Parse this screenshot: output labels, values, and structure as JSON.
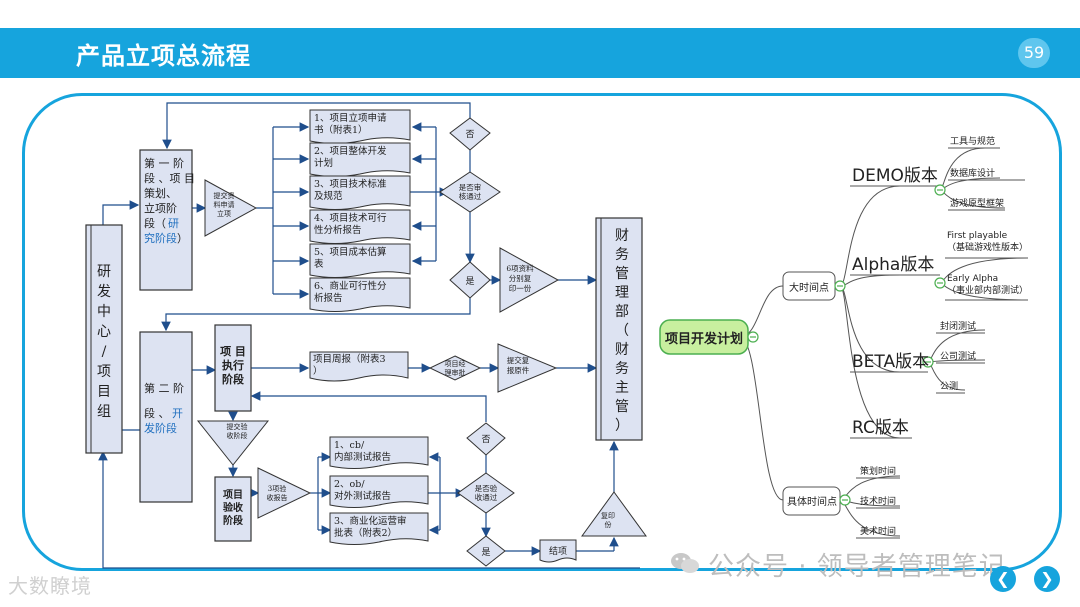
{
  "header": {
    "title": "产品立项总流程",
    "page_number": "59"
  },
  "flow": {
    "left_actor": [
      "研",
      "发",
      "中",
      "心",
      "/",
      "项",
      "目",
      "组"
    ],
    "stage1": [
      "第 一 阶",
      "段 、项 目",
      "策划、",
      "立项阶",
      "段（",
      "研",
      "究阶段",
      "）"
    ],
    "submit_materials": [
      "提交资",
      "料申请",
      "立项"
    ],
    "items": [
      [
        "1、项目立项申请",
        "书（附表1）"
      ],
      [
        "2、项目整体开发",
        "计划"
      ],
      [
        "3、项目技术标准",
        "及规范"
      ],
      [
        "4、项目技术可行",
        "性分析报告"
      ],
      [
        "5、项目成本估算",
        "表"
      ],
      [
        "6、商业可行性分",
        "析报告"
      ]
    ],
    "no_top": "否",
    "review_pass": [
      "是否审",
      "核通过"
    ],
    "yes1": "是",
    "six_copies": [
      "6项资料",
      "分别复",
      "印一份"
    ],
    "finance": [
      "财",
      "务",
      "管",
      "理",
      "部",
      "（",
      "财",
      "务",
      "主",
      "管",
      "）"
    ],
    "stage2": [
      "第 二 阶",
      "段 、",
      "开",
      "发阶段"
    ],
    "exec_stage": [
      "项 目",
      "执行",
      "阶段"
    ],
    "weekly_report": [
      "项目周报（附表3",
      "）"
    ],
    "manager_review": [
      "项目经",
      "理审批"
    ],
    "submit_copy": [
      "提交复",
      "报原件"
    ],
    "submit_acceptance": [
      "提交验",
      "收阶段"
    ],
    "accept_stage": [
      "项目",
      "验收",
      "阶段"
    ],
    "three_reports": [
      "3项验",
      "收报告"
    ],
    "reports": [
      [
        "1、cb/",
        "内部测试报告"
      ],
      [
        "2、ob/",
        "对外测试报告"
      ],
      [
        "3、商业化运营审",
        "批表（附表2）"
      ]
    ],
    "no_bottom": "否",
    "accept_pass": [
      "是否验",
      "收通过"
    ],
    "yes2": "是",
    "close": "结项",
    "copy_sign": [
      "复印",
      "份"
    ]
  },
  "mindmap": {
    "root": "项目开发计划",
    "major": "大时间点",
    "specific": "具体时间点",
    "versions": [
      "DEMO版本",
      "Alpha版本",
      "BETA版本",
      "RC版本"
    ],
    "demo_items": [
      "工具与规范",
      "数据库设计",
      "游戏原型框架"
    ],
    "alpha_items": [
      [
        "First playable",
        "（基础游戏性版本）"
      ],
      [
        "Early Alpha",
        "（事业部内部测试）"
      ]
    ],
    "beta_items": [
      "封闭测试",
      "公司测试",
      "公测"
    ],
    "specific_items": [
      "策划时间",
      "技术时间",
      "美术时间"
    ]
  },
  "footer": {
    "wechat": "公众号 · 领导者管理笔记",
    "source": "大数瞭境"
  },
  "nav": {
    "prev": "❮",
    "next": "❯"
  },
  "colors": {
    "brand": "#16a4dd",
    "stage_blue": "#1f6fbf",
    "box_fill": "#dde3f2",
    "mind_green": "#4caf50"
  }
}
